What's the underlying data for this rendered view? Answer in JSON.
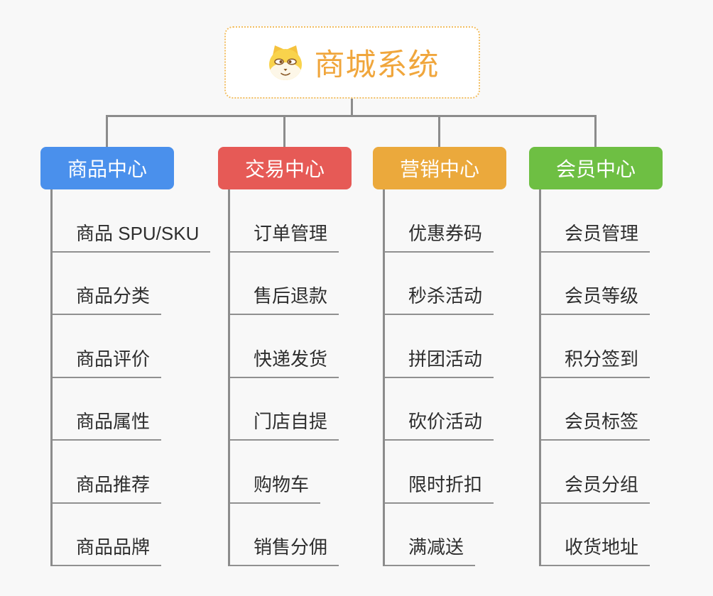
{
  "root": {
    "title": "商城系统",
    "icon": "dog-face-icon"
  },
  "branches": [
    {
      "id": "product-center",
      "label": "商品中心",
      "color": "#4a90ec",
      "children": [
        "商品 SPU/SKU",
        "商品分类",
        "商品评价",
        "商品属性",
        "商品推荐",
        "商品品牌"
      ]
    },
    {
      "id": "trade-center",
      "label": "交易中心",
      "color": "#e65a56",
      "children": [
        "订单管理",
        "售后退款",
        "快递发货",
        "门店自提",
        "购物车",
        "销售分佣"
      ]
    },
    {
      "id": "marketing-center",
      "label": "营销中心",
      "color": "#eba93c",
      "children": [
        "优惠券码",
        "秒杀活动",
        "拼团活动",
        "砍价活动",
        "限时折扣",
        "满减送"
      ]
    },
    {
      "id": "member-center",
      "label": "会员中心",
      "color": "#6ebf43",
      "children": [
        "会员管理",
        "会员等级",
        "积分签到",
        "会员标签",
        "会员分组",
        "收货地址"
      ]
    }
  ],
  "style": {
    "background": "#f8f8f8",
    "connector_color": "#8c8c8c",
    "root_border_color": "#f2be62",
    "root_text_color": "#f0a63c",
    "leaf_text_color": "#2e2e2e"
  }
}
